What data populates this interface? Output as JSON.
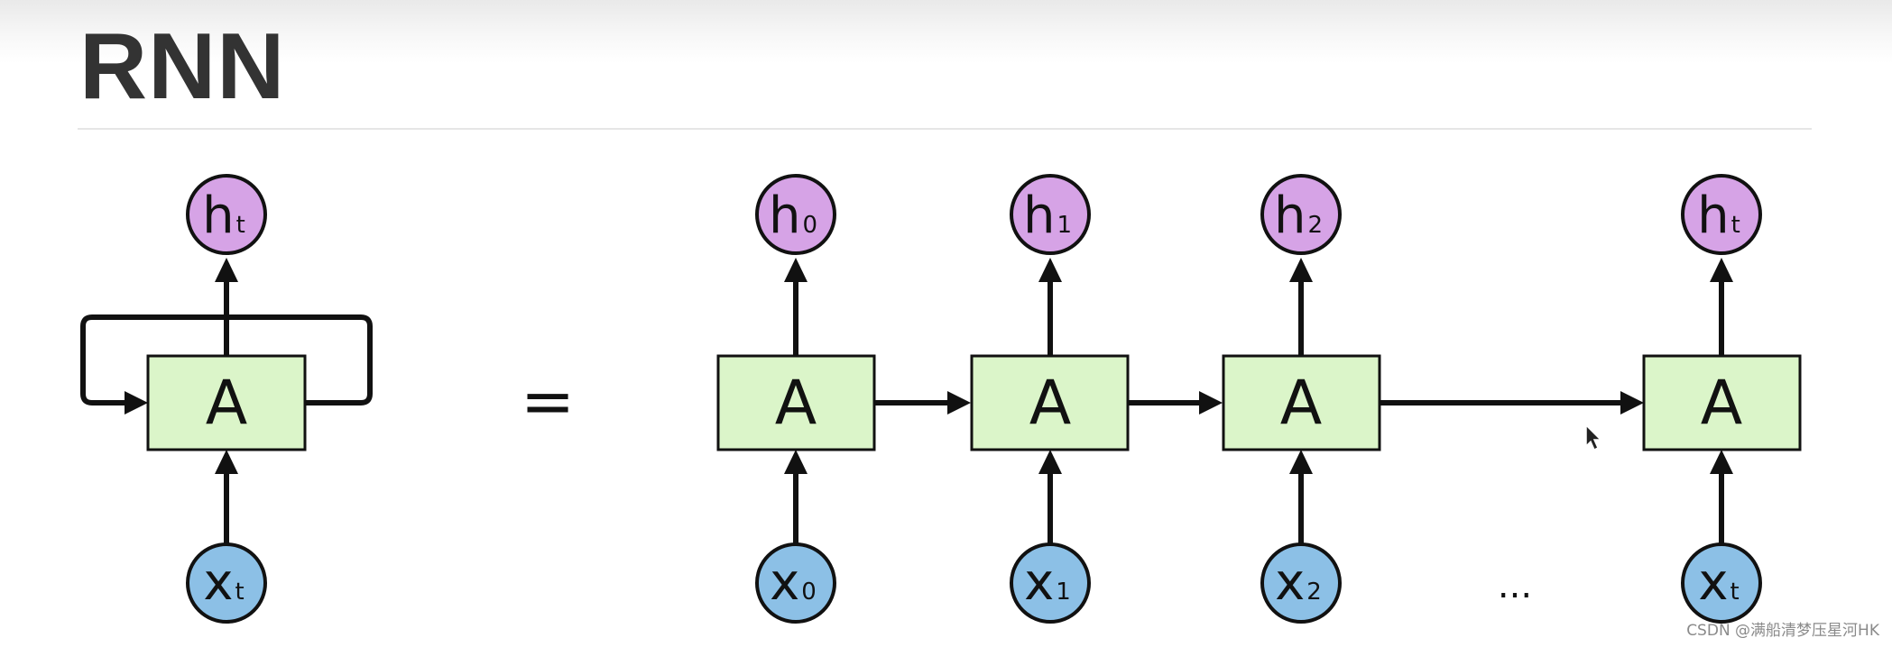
{
  "title": "RNN",
  "equals": "=",
  "ellipsis": "...",
  "watermark": "CSDN @满船清梦压星河HK",
  "colors": {
    "cell_fill": "#dbf5c9",
    "output_fill": "#d6a3e6",
    "input_fill": "#8cc0e6",
    "stroke": "#111111"
  },
  "folded": {
    "cell": "A",
    "output": {
      "main": "h",
      "sub": "t"
    },
    "input": {
      "main": "x",
      "sub": "t"
    }
  },
  "unrolled": [
    {
      "cell": "A",
      "output": {
        "main": "h",
        "sub": "0"
      },
      "input": {
        "main": "x",
        "sub": "0"
      }
    },
    {
      "cell": "A",
      "output": {
        "main": "h",
        "sub": "1"
      },
      "input": {
        "main": "x",
        "sub": "1"
      }
    },
    {
      "cell": "A",
      "output": {
        "main": "h",
        "sub": "2"
      },
      "input": {
        "main": "x",
        "sub": "2"
      }
    },
    {
      "cell": "A",
      "output": {
        "main": "h",
        "sub": "t"
      },
      "input": {
        "main": "x",
        "sub": "t"
      }
    }
  ],
  "cursor_icon": "mouse-pointer-icon"
}
